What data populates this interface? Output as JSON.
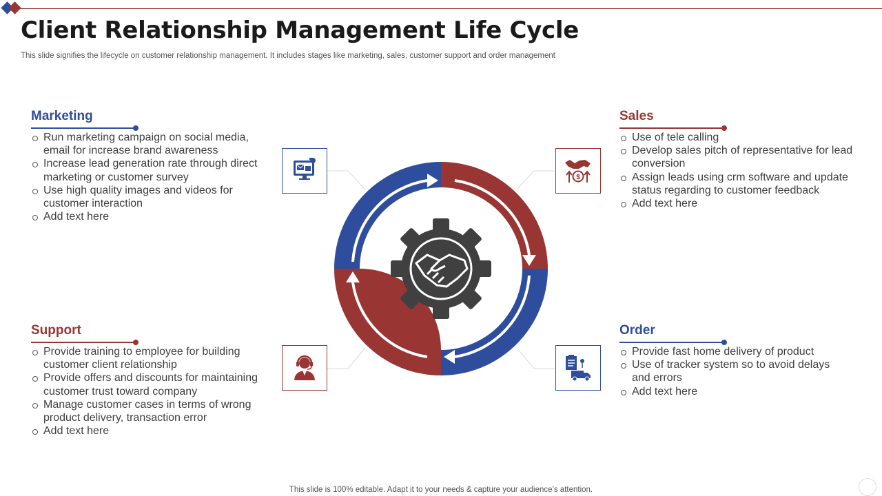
{
  "slide": {
    "title": "Client Relationship Management Life Cycle",
    "subtitle": "This slide signifies the lifecycle on customer relationship management. It includes stages like marketing, sales, customer support and  order management",
    "footer": "This slide is 100% editable. Adapt it to your needs & capture your audience’s attention."
  },
  "colors": {
    "blue": "#2e4d9c",
    "red": "#993533",
    "gear": "#404040"
  },
  "sections": {
    "marketing": {
      "title": "Marketing",
      "icon": "computer-marketing-icon",
      "items": [
        "Run marketing campaign on social media, email for increase brand awareness",
        "Increase lead generation rate through direct marketing or customer survey",
        "Use high quality images and videos for customer interaction",
        "Add text here"
      ]
    },
    "sales": {
      "title": "Sales",
      "icon": "handshake-money-icon",
      "items": [
        "Use of tele calling",
        "Develop sales pitch of representative for lead conversion",
        "Assign leads using crm software and update status regarding to customer feedback",
        "Add text here"
      ]
    },
    "support": {
      "title": "Support",
      "icon": "headset-agent-icon",
      "items": [
        "Provide training to employee for building customer client relationship",
        "Provide offers and discounts for maintaining customer trust toward company",
        "Manage customer cases in terms of wrong product delivery, transaction error",
        "Add text here"
      ]
    },
    "order": {
      "title": "Order",
      "icon": "delivery-truck-icon",
      "items": [
        "Provide fast home delivery of product",
        "Use of tracker system so to avoid delays and errors",
        "Add text here"
      ]
    }
  },
  "center": {
    "icon": "gear-handshake-icon"
  }
}
